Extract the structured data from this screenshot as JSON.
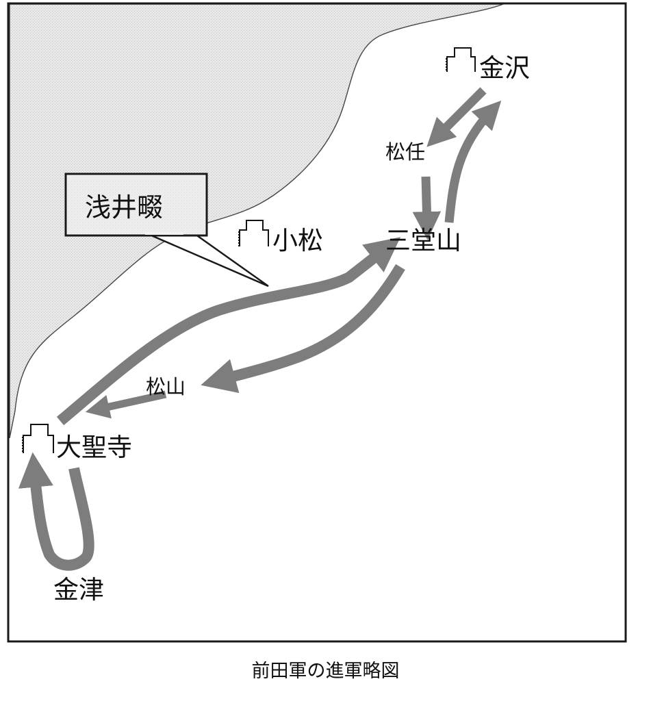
{
  "map": {
    "colors": {
      "sea_fill": "#e6e6e6",
      "arrow": "#7d7d7d",
      "frame": "#1a1a1a"
    },
    "callout": {
      "label": "浅井畷"
    },
    "places": {
      "kanazawa": {
        "label": "金沢",
        "castle": true
      },
      "matsuto": {
        "label": "松任",
        "castle": false
      },
      "komatsu": {
        "label": "小松",
        "castle": true
      },
      "sandozan": {
        "label": "三堂山",
        "castle": false
      },
      "matsuyama": {
        "label": "松山",
        "castle": false
      },
      "daishoji": {
        "label": "大聖寺",
        "castle": true
      },
      "kanazu": {
        "label": "金津",
        "castle": false
      }
    },
    "icons": [
      "castle-icon",
      "arrowhead"
    ]
  },
  "caption": "前田軍の進軍略図"
}
